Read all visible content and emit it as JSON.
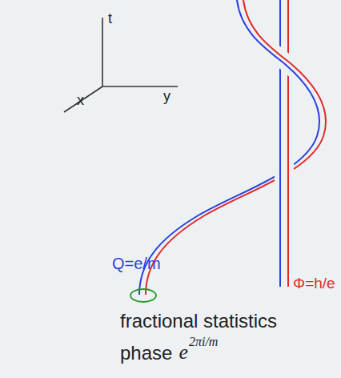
{
  "diagram": {
    "labels": [
      "t",
      "x",
      "y",
      "Q=e/m",
      "Φ=h/e",
      "fractional statistics",
      "phase",
      "e",
      "2πi/m"
    ]
  }
}
